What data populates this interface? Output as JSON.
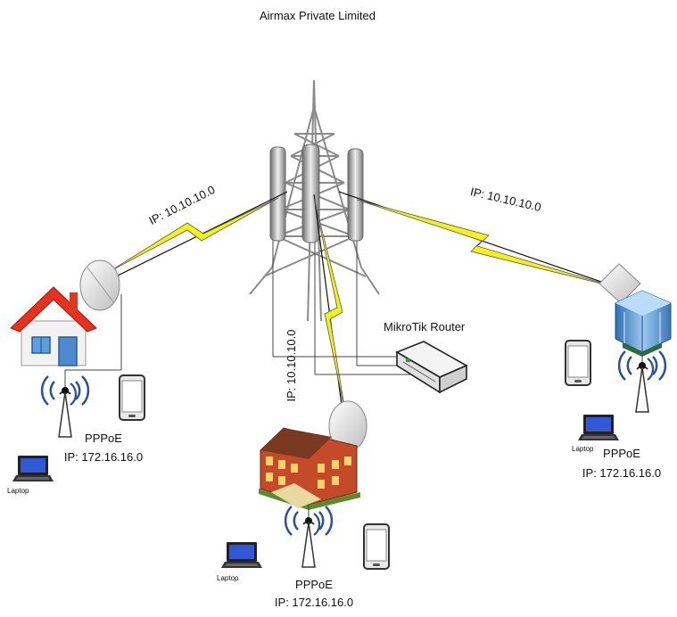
{
  "title": "Airmax Private Limited",
  "links": {
    "left_ip": "IP: 10.10.10.0",
    "right_ip": "IP: 10.10.10.0",
    "center_ip": "IP: 10.10.10.0"
  },
  "router": {
    "label": "MikroTik Router"
  },
  "sites": {
    "home": {
      "pppoe": "PPPoE",
      "ip": "IP: 172.16.16.0",
      "laptop": "Laptop"
    },
    "campus": {
      "pppoe": "PPPoE",
      "ip": "IP: 172.16.16.0",
      "laptop": "Laptop"
    },
    "office": {
      "pppoe": "PPPoE",
      "ip": "IP: 172.16.16.0",
      "laptop": "Laptop"
    }
  },
  "colors": {
    "link_yellow": "#f2f218",
    "roof_red": "#e8321e",
    "brick": "#b5442a",
    "glass_blue": "#5f9fd6",
    "tower_gray": "#8c8c8c"
  }
}
